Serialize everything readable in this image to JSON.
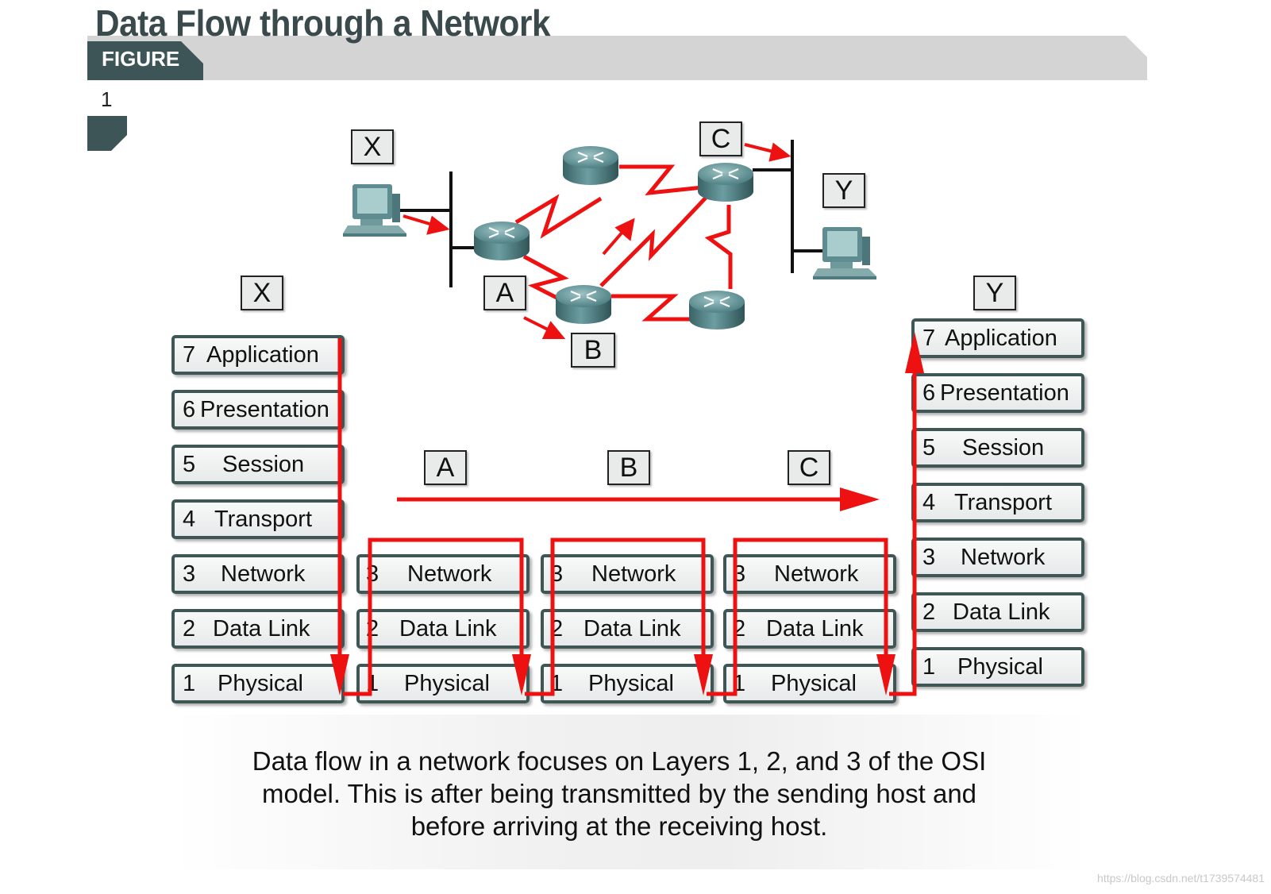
{
  "header": {
    "title": "Data Flow through a Network",
    "figure_tab": "FIGURE",
    "figure_number": "1"
  },
  "topology": {
    "host_x_label": "X",
    "host_y_label": "Y",
    "router_a_label": "A",
    "router_b_label": "B",
    "router_c_label": "C"
  },
  "stacks": {
    "host_x": {
      "label": "X",
      "layers": [
        {
          "num": "7",
          "name": "Application"
        },
        {
          "num": "6",
          "name": "Presentation"
        },
        {
          "num": "5",
          "name": "Session"
        },
        {
          "num": "4",
          "name": "Transport"
        },
        {
          "num": "3",
          "name": "Network"
        },
        {
          "num": "2",
          "name": "Data Link"
        },
        {
          "num": "1",
          "name": "Physical"
        }
      ]
    },
    "routers": [
      {
        "label": "A",
        "layers": [
          {
            "num": "3",
            "name": "Network"
          },
          {
            "num": "2",
            "name": "Data Link"
          },
          {
            "num": "1",
            "name": "Physical"
          }
        ]
      },
      {
        "label": "B",
        "layers": [
          {
            "num": "3",
            "name": "Network"
          },
          {
            "num": "2",
            "name": "Data Link"
          },
          {
            "num": "1",
            "name": "Physical"
          }
        ]
      },
      {
        "label": "C",
        "layers": [
          {
            "num": "3",
            "name": "Network"
          },
          {
            "num": "2",
            "name": "Data Link"
          },
          {
            "num": "1",
            "name": "Physical"
          }
        ]
      }
    ],
    "host_y": {
      "label": "Y",
      "layers": [
        {
          "num": "7",
          "name": "Application"
        },
        {
          "num": "6",
          "name": "Presentation"
        },
        {
          "num": "5",
          "name": "Session"
        },
        {
          "num": "4",
          "name": "Transport"
        },
        {
          "num": "3",
          "name": "Network"
        },
        {
          "num": "2",
          "name": "Data Link"
        },
        {
          "num": "1",
          "name": "Physical"
        }
      ]
    }
  },
  "caption": {
    "line1": "Data flow in a network focuses on Layers 1, 2, and 3 of the OSI",
    "line2": "model. This is after being transmitted by the sending host and",
    "line3": "before arriving at the receiving host."
  },
  "watermark": "https://blog.csdn.net/t1739574481",
  "colors": {
    "flow": "#ee1111",
    "layer_border": "#3f5657",
    "header_dark": "#3d5556",
    "header_band": "#d3d3d3",
    "router": "#4f8386"
  },
  "icons": [
    "computer-icon",
    "router-icon"
  ]
}
